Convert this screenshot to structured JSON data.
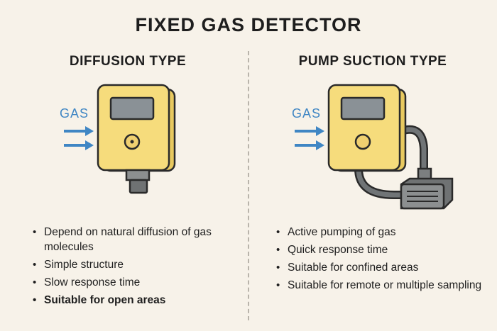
{
  "title": "FIXED GAS DETECTOR",
  "left": {
    "title": "DIFFUSION TYPE",
    "gas_label": "GAS",
    "bullets": [
      "Depend on natural  diffusion of gas molecules",
      "Simple structure",
      "Slow response time",
      "Suitable for open areas"
    ]
  },
  "right": {
    "title": "PUMP SUCTION TYPE",
    "gas_label": "GAS",
    "bullets": [
      "Active pumping of gas",
      "Quick response time",
      "Suitable for confined areas",
      "Suitable for remote or multiple sampling"
    ]
  },
  "colors": {
    "device_body": "#f6dc7c",
    "device_outline": "#2a2a2a",
    "screen": "#8a9196",
    "sensor_gray": "#7c7f80",
    "gas_arrow": "#3f86c4",
    "background": "#f7f2e9"
  }
}
